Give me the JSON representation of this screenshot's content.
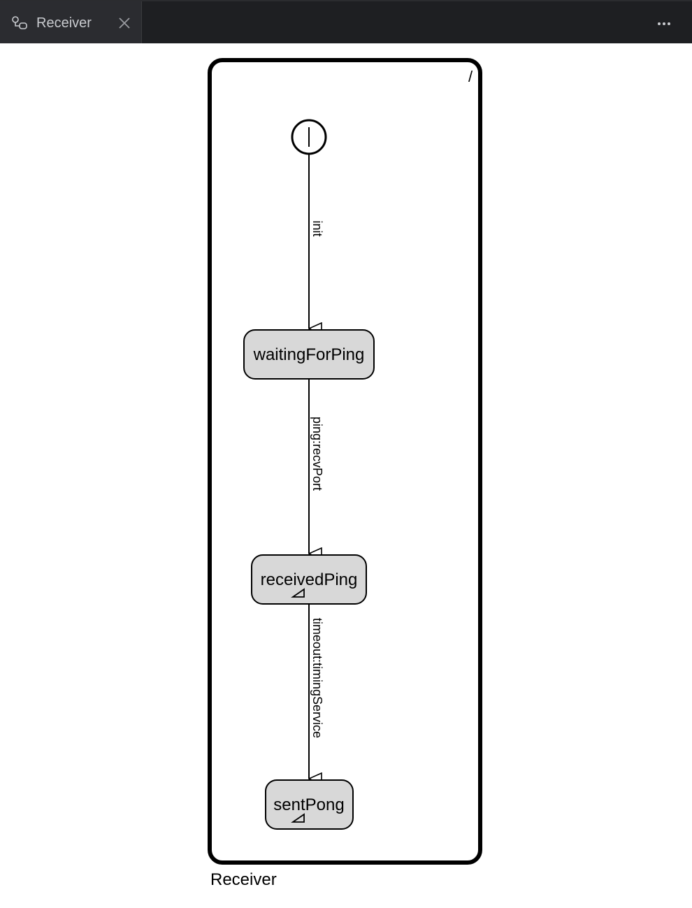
{
  "tab": {
    "title": "Receiver",
    "icon": "statechart-icon",
    "close_icon": "close-icon"
  },
  "toolbar": {
    "more_icon": "more-horizontal-icon"
  },
  "diagram": {
    "region_label": "Receiver",
    "region_corner_label": "/",
    "states": {
      "waiting": "waitingForPing",
      "received": "receivedPing",
      "sent": "sentPong"
    },
    "transitions": {
      "init": "init",
      "ping": "ping:recvPort",
      "timeout": "timeout:timingService"
    }
  },
  "colors": {
    "tabbar_bg": "#1e1f22",
    "tab_bg": "#2b2c30",
    "tab_text": "#c9cbcf",
    "state_fill": "#d8d8d8",
    "stroke": "#000000"
  }
}
